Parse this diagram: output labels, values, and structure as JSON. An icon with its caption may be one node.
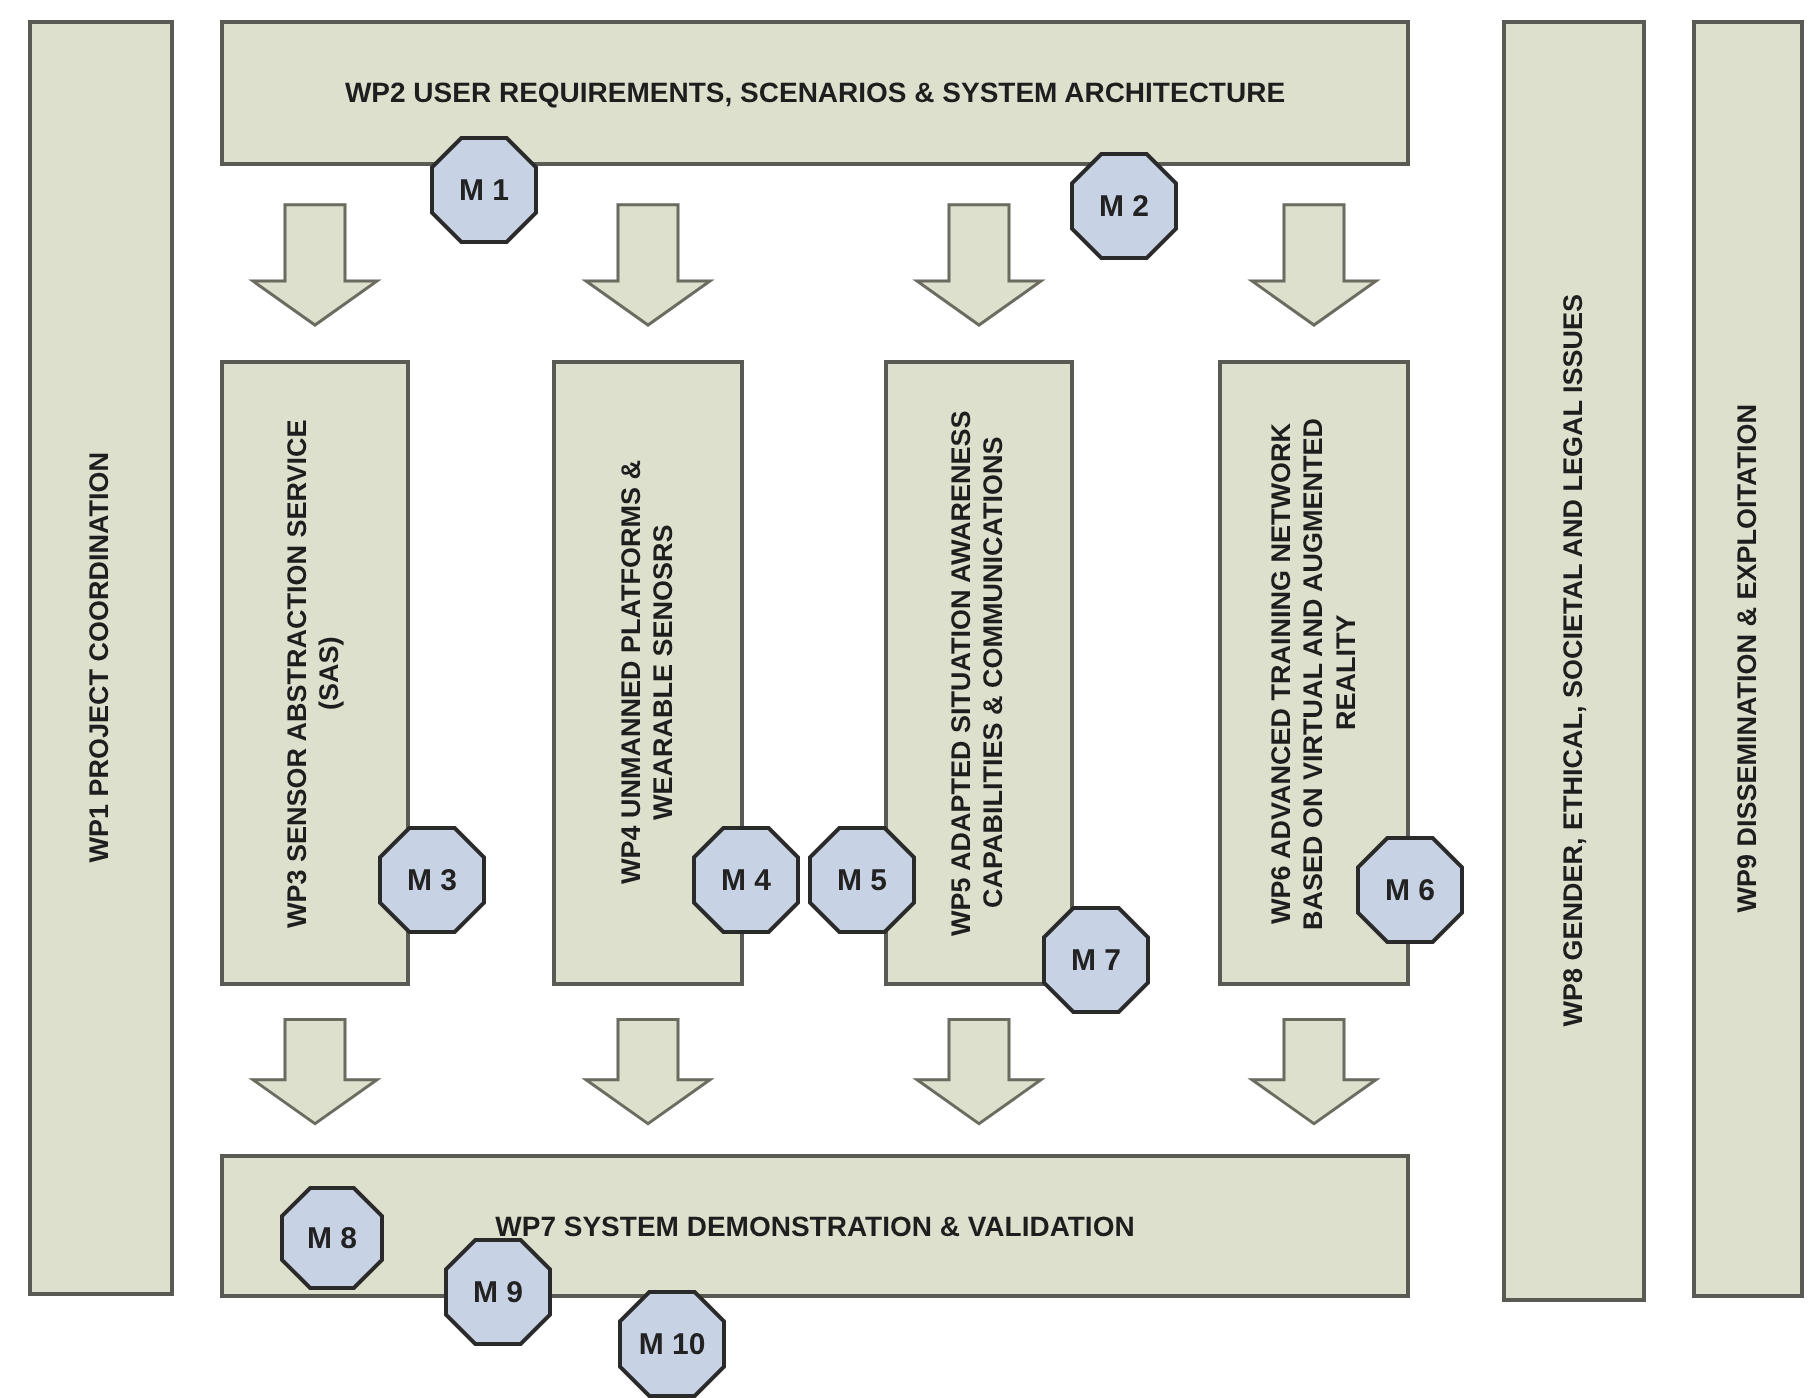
{
  "diagram": {
    "nodes": [
      {
        "text": [
          "WP1 PROJECT COORDINATION"
        ]
      },
      {
        "text": [
          "WP2 USER REQUIREMENTS, SCENARIOS & SYSTEM ARCHITECTURE"
        ]
      },
      {
        "text": [
          "WP3 SENSOR ABSTRACTION SERVICE (SAS)"
        ]
      },
      {
        "text": [
          "WP4 UNMANNED PLATFORMS & WEARABLE SENOSRS"
        ]
      },
      {
        "text": [
          "WP5 ADAPTED SITUATION AWARENESS CAPABILITIES & COMMUNICATIONS"
        ]
      },
      {
        "text": [
          "WP6 ADVANCED TRAINING NETWORK BASED ON VIRTUAL AND AUGMENTED REALITY"
        ]
      },
      {
        "text": [
          "WP7 SYSTEM DEMONSTRATION & VALIDATION"
        ]
      },
      {
        "text": [
          "WP8 GENDER, ETHICAL, SOCIETAL AND LEGAL ISSUES"
        ]
      },
      {
        "text": [
          "WP9 DISSEMINATION & EXPLOITATION"
        ]
      },
      {
        "text": [
          "M 1"
        ]
      },
      {
        "text": [
          "M 2"
        ]
      },
      {
        "text": [
          "M 3"
        ]
      },
      {
        "text": [
          "M 4"
        ]
      },
      {
        "text": [
          "M 5"
        ]
      },
      {
        "text": [
          "M 7"
        ]
      },
      {
        "text": [
          "M 6"
        ]
      },
      {
        "text": [
          "M 8"
        ],
        "in": 6
      },
      {
        "text": [
          "M 9"
        ]
      },
      {
        "text": [
          "M 10"
        ]
      }
    ],
    "edges": [
      {
        "from": 1,
        "to": 2,
        "arrow": "to"
      },
      {
        "from": 1,
        "to": 3,
        "arrow": "to"
      },
      {
        "from": 1,
        "to": 4,
        "arrow": "to"
      },
      {
        "from": 1,
        "to": 5,
        "arrow": "to"
      },
      {
        "from": 2,
        "to": 6,
        "arrow": "to"
      },
      {
        "from": 3,
        "to": 6,
        "arrow": "to"
      },
      {
        "from": 4,
        "to": 6,
        "arrow": "to"
      },
      {
        "from": 5,
        "to": 6,
        "arrow": "to"
      }
    ]
  }
}
